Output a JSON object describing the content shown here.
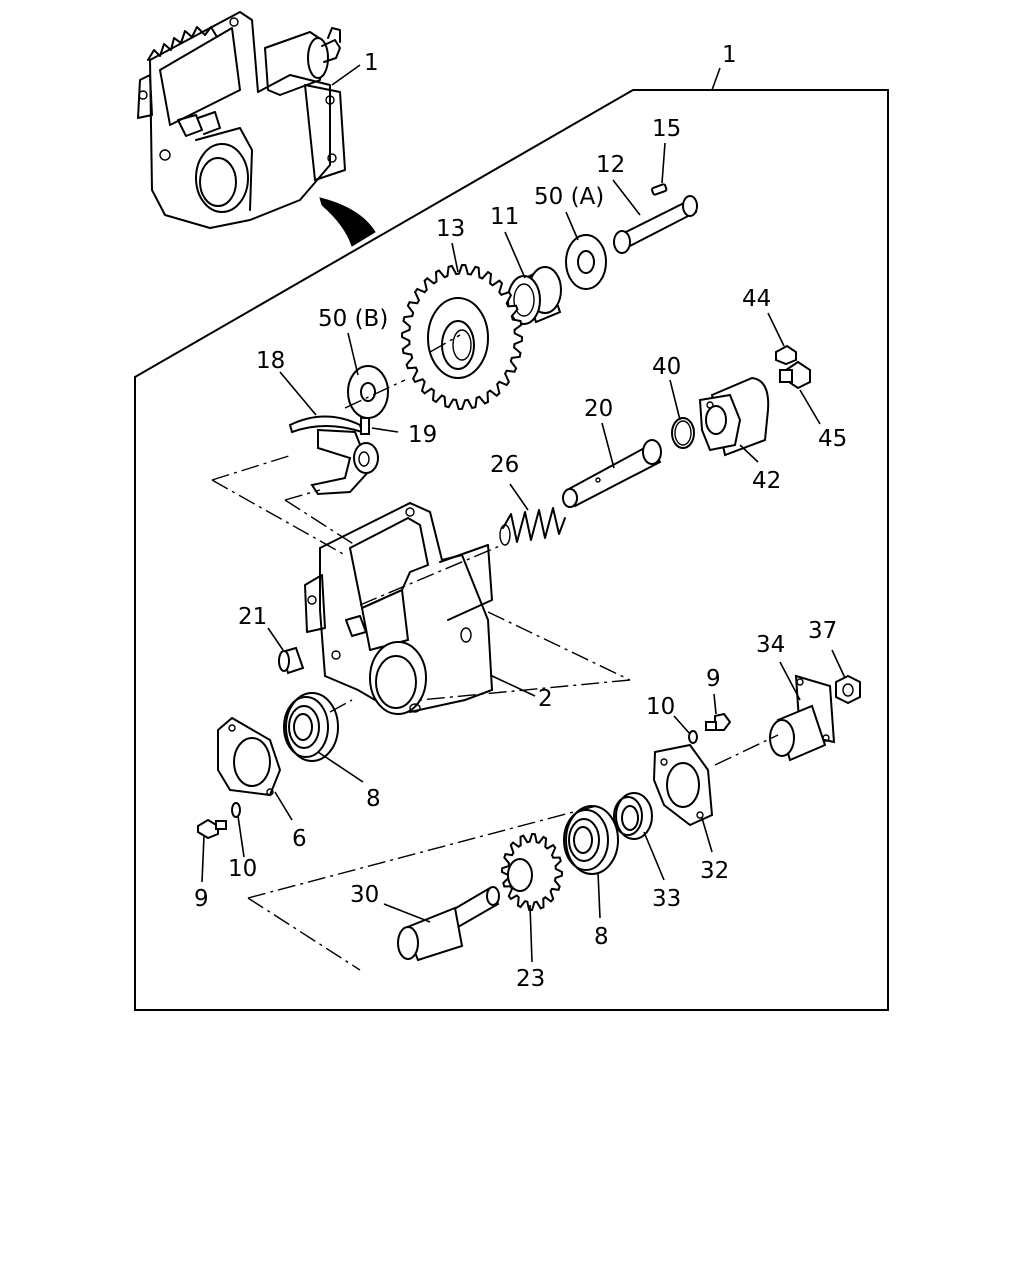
{
  "callouts": {
    "assembly_inset": "1",
    "assembly_frame": "1",
    "c15": "15",
    "c12": "12",
    "c50a": "50 (A)",
    "c11": "11",
    "c13": "13",
    "c50b": "50 (B)",
    "c18": "18",
    "c19": "19",
    "c44": "44",
    "c40": "40",
    "c20": "20",
    "c45": "45",
    "c42": "42",
    "c26": "26",
    "c21": "21",
    "c2": "2",
    "c37": "37",
    "c34": "34",
    "c9_right": "9",
    "c10_right": "10",
    "c8_upper": "8",
    "c6": "6",
    "c10_left": "10",
    "c9_left": "9",
    "c32": "32",
    "c33": "33",
    "c8_lower": "8",
    "c30": "30",
    "c23": "23"
  }
}
